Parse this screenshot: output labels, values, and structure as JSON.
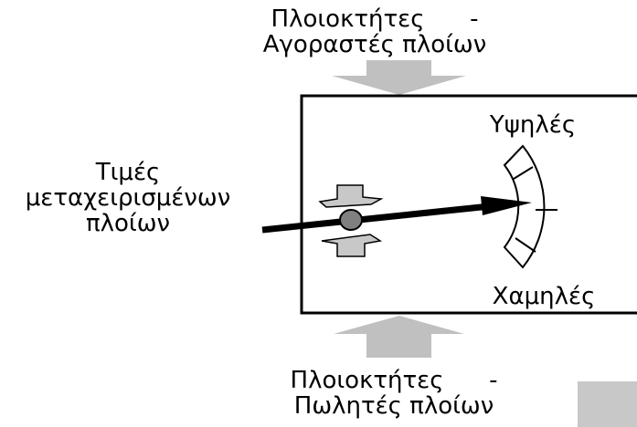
{
  "labels": {
    "buyers": [
      "Πλοιοκτήτες      -",
      "Αγοραστές πλοίων"
    ],
    "sellers": [
      "Πλοιοκτήτες      -",
      "Πωλητές πλοίων"
    ],
    "prices": [
      "Τιμές",
      "μεταχειρισμένων",
      "πλοίων"
    ],
    "high": "Υψηλές",
    "low": "Χαμηλές"
  },
  "colors": {
    "arrow_gray": "#c0c0c0",
    "pivot_gray": "#808080",
    "stroke": "#000000"
  }
}
